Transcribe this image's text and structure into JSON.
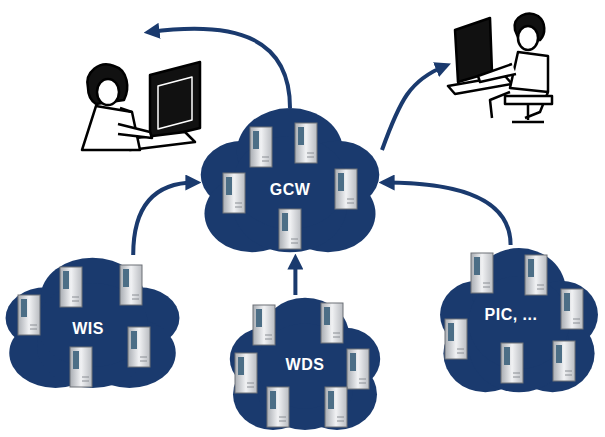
{
  "diagram": {
    "nodes": [
      {
        "text": [
          "GCW"
        ]
      },
      {
        "text": [
          "WIS"
        ]
      },
      {
        "text": [
          "WDS"
        ]
      },
      {
        "text": [
          "PIC, ..."
        ]
      }
    ],
    "edges": [
      {
        "from": 1,
        "to": 0,
        "arrow": "to"
      },
      {
        "from": 2,
        "to": 0,
        "arrow": "to"
      },
      {
        "from": 3,
        "to": 0,
        "arrow": "to"
      }
    ]
  }
}
